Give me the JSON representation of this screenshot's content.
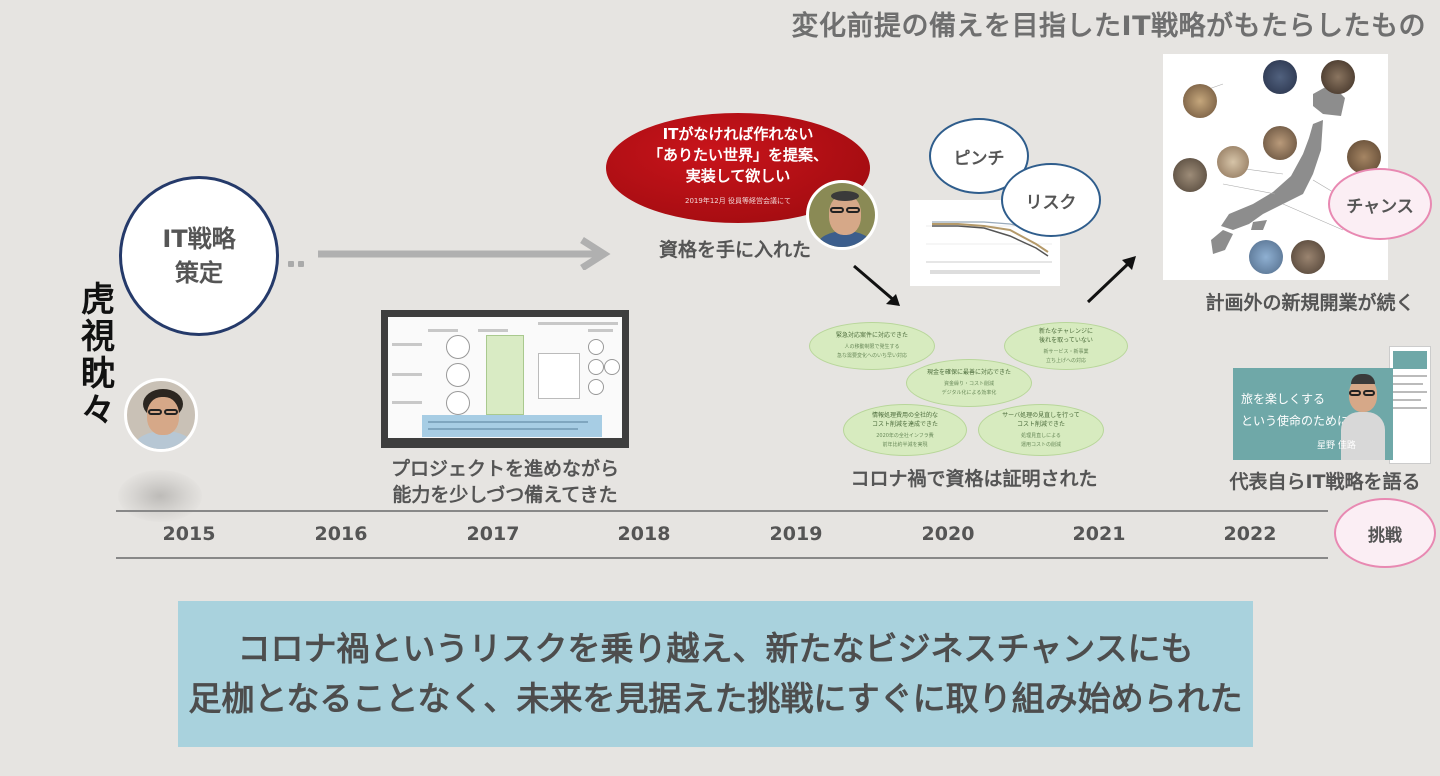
{
  "header": {
    "title": "変化前提の備えを目指したIT戦略がもたらしたもの"
  },
  "profile": {
    "vertical_name": [
      "虎",
      "視",
      "眈",
      "々"
    ]
  },
  "strategy": {
    "line1": "IT戦略",
    "line2": "策定"
  },
  "milestone_2017": {
    "caption_line1": "プロジェクトを進めながら",
    "caption_line2": "能力を少しづつ備えてきた"
  },
  "request": {
    "line1": "ITがなければ作れない",
    "line2": "「ありたい世界」を提案、",
    "line3": "実装して欲しい",
    "note": "2019年12月 役員等経営会議にて",
    "caption": "資格を手に入れた"
  },
  "corona": {
    "pinch": "ピンチ",
    "risk": "リスク",
    "caption": "コロナ禍で資格は証明された",
    "items": [
      {
        "title": "緊急対応案件に対応できた",
        "sub": "人の移動制限で発生する\n急な需要変化へのいち早い対応"
      },
      {
        "title": "新たなチャレンジに\n後れを取っていない",
        "sub": "新サービス・新事業\n立ち上げへの対応"
      },
      {
        "title": "現金を確保に最善に対応できた",
        "sub": "資金繰り・コスト削減\nデジタル化による効率化"
      },
      {
        "title": "情報処理費用の全社的な\nコスト削減を達成できた",
        "sub": "2020年の全社インフラ費\n前年比約半減を実現"
      },
      {
        "title": "サーバ処理の見直しを行って\nコスト削減できた",
        "sub": "処理見直しによる\n運用コストの削減"
      }
    ]
  },
  "expansion": {
    "chance": "チャンス",
    "caption": "計画外の新規開業が続く"
  },
  "ceo": {
    "caption": "代表自らIT戦略を語る",
    "challenge": "挑戦",
    "slide_line1": "旅を楽しくする",
    "slide_line2": "という使命のために",
    "name": "星野 佳路"
  },
  "timeline": {
    "years": [
      "2015",
      "2016",
      "2017",
      "2018",
      "2019",
      "2020",
      "2021",
      "2022"
    ]
  },
  "summary": {
    "line1": "コロナ禍というリスクを乗り越え、新たなビジネスチャンスにも",
    "line2": "足枷となることなく、未来を見据えた挑戦にすぐに取り組み始められた"
  },
  "colors": {
    "banner": "#a9d2dd",
    "red": "#b0101a",
    "navy": "#253a6a",
    "pink": "#e889b2",
    "green": "#d7ebbf"
  }
}
